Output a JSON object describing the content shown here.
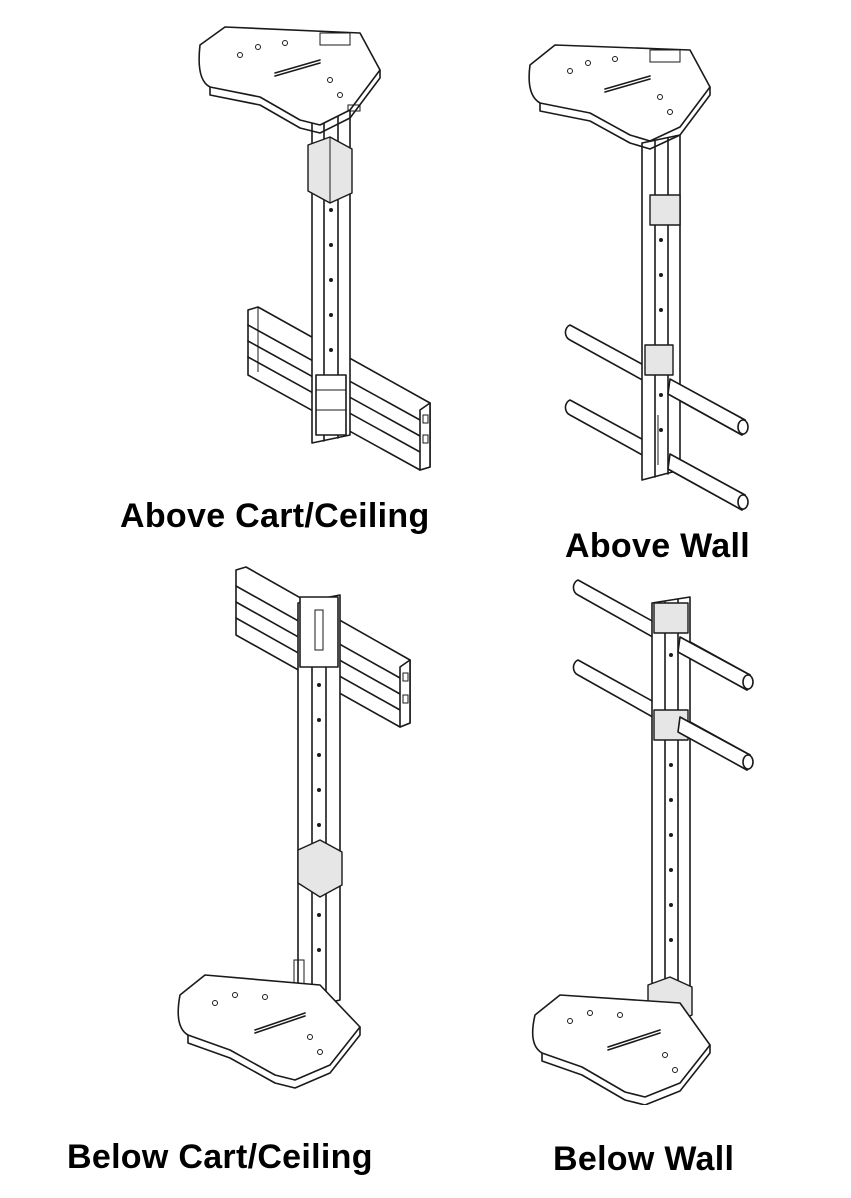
{
  "figure": {
    "panels": [
      {
        "id": "above-cart-ceiling",
        "caption": "Above Cart/Ceiling",
        "mount": "cart-ceiling",
        "shelf_position": "above"
      },
      {
        "id": "above-wall",
        "caption": "Above Wall",
        "mount": "wall",
        "shelf_position": "above"
      },
      {
        "id": "below-cart-ceiling",
        "caption": "Below Cart/Ceiling",
        "mount": "cart-ceiling",
        "shelf_position": "below"
      },
      {
        "id": "below-wall",
        "caption": "Below Wall",
        "mount": "wall",
        "shelf_position": "below"
      }
    ]
  }
}
